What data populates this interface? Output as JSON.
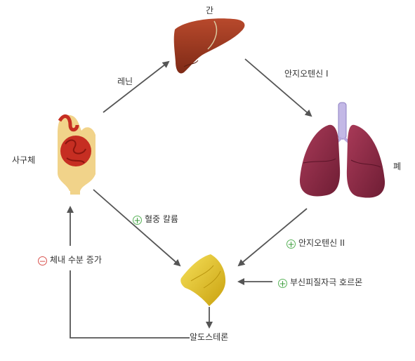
{
  "organs": {
    "liver": "간",
    "kidney": "사구체",
    "lung": "폐",
    "adrenal": "알도스테론"
  },
  "arrows": {
    "renin": "레닌",
    "angiotensin1": "안지오텐신 I",
    "angiotensin2": "안지오텐신 II",
    "potassium": "혈중 칼륨",
    "acth": "부신피질자극 호르몬",
    "water": "체내 수분 증가"
  },
  "signs": {
    "plus": "+",
    "minus": "−"
  },
  "colors": {
    "arrow": "#555555",
    "plus": "#59b359",
    "minus": "#d9534f",
    "liver": "#9c3a22",
    "lung": "#8f2a45",
    "kidney": "#c62e22",
    "adrenal": "#e6c42a"
  }
}
